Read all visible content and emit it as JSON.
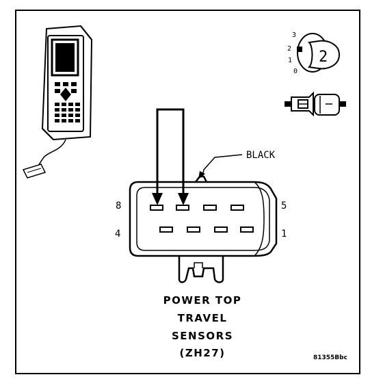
{
  "caption": {
    "line1": "POWER TOP",
    "line2": "TRAVEL",
    "line3": "SENSORS",
    "line4": "(ZH27)"
  },
  "wire_label": "BLACK",
  "pin_labels": {
    "top_left": "8",
    "top_right": "5",
    "bottom_left": "4",
    "bottom_right": "1"
  },
  "switch_positions": [
    "3",
    "2",
    "1",
    "0"
  ],
  "switch_knob": "2",
  "figure_id": "81355Bbc",
  "icons": [
    "scan-tool-icon",
    "ignition-switch-icon",
    "connector-icon"
  ]
}
